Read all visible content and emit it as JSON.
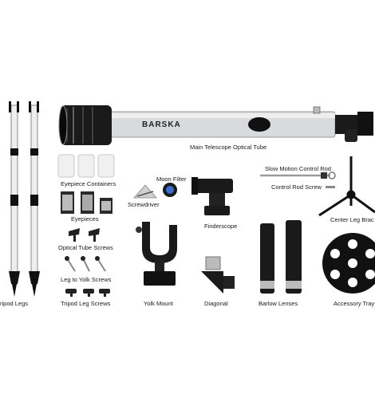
{
  "brand": "BARSKA",
  "labels": {
    "main_tube": "Main Telescope Optical Tube",
    "eyepiece_containers": "Eyepiece Containers",
    "moon_filter": "Moon Filter",
    "screwdriver": "Screwdriver",
    "slow_motion_rod": "Slow Motion Control Rod",
    "control_rod_screw": "Control Rod Screw",
    "center_leg_bracket": "Center Leg Brac",
    "eyepieces": "Eyepieces",
    "finderscope": "Finderscope",
    "optical_tube_screws": "Optical Tube Screws",
    "leg_to_yolk_screws": "Leg to Yolk Screws",
    "tripod_leg_screws": "Tripod Leg Screws",
    "tripod_legs": "ripod Legs",
    "yolk_mount": "Yolk Mount",
    "diagonal": "Diagonal",
    "barlow_lenses": "Barlow Lenses",
    "accessory_tray": "Accessory Tray"
  },
  "colors": {
    "tube_silver": "#d9dadb",
    "black": "#111111",
    "moon_filter_blue": "#3a6fd1"
  }
}
